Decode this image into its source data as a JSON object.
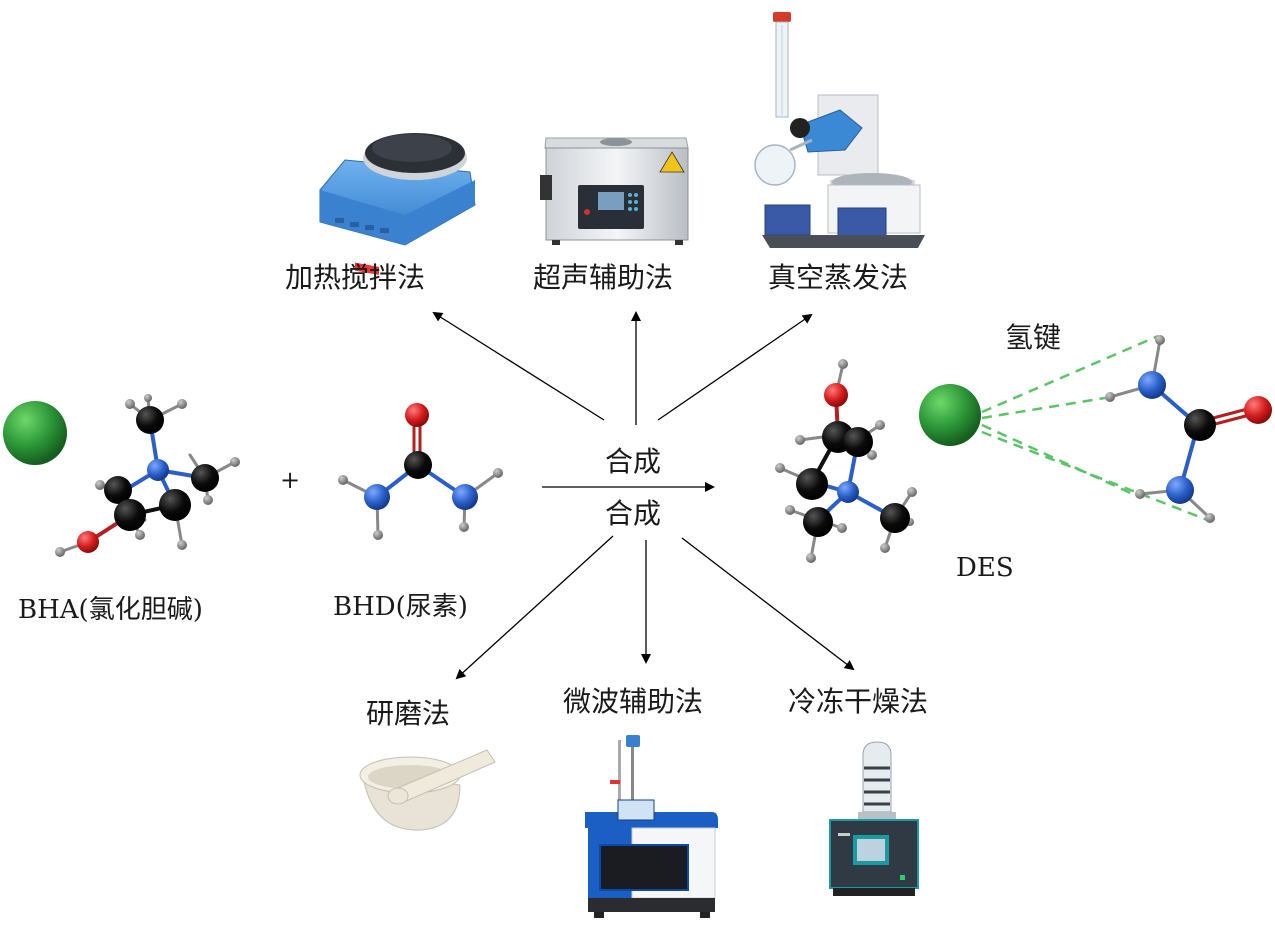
{
  "reactants": [
    {
      "id": "bha",
      "label": "BHA(氯化胆碱)"
    },
    {
      "id": "bhd",
      "label": "BHD(尿素)"
    }
  ],
  "plus_sign": "+",
  "synthesis": {
    "label_top": "合成",
    "label_bottom": "合成"
  },
  "product": {
    "label": "DES",
    "bond_label": "氢键"
  },
  "methods_top": [
    {
      "id": "heat-stir",
      "label": "加热搅拌法",
      "equipment": "magnetic-stirrer-hotplate"
    },
    {
      "id": "ultrasonic",
      "label": "超声辅助法",
      "equipment": "ultrasonic-bath"
    },
    {
      "id": "vacuum-evap",
      "label": "真空蒸发法",
      "equipment": "rotary-evaporator"
    }
  ],
  "methods_bottom": [
    {
      "id": "grinding",
      "label": "研磨法",
      "equipment": "mortar-and-pestle"
    },
    {
      "id": "microwave",
      "label": "微波辅助法",
      "equipment": "microwave-reactor"
    },
    {
      "id": "freeze-dry",
      "label": "冷冻干燥法",
      "equipment": "freeze-dryer"
    }
  ],
  "colors": {
    "chloride": "#2e9a3a",
    "carbon": "#0a0a0a",
    "nitrogen": "#2a5fc8",
    "oxygen": "#d41c1c",
    "hydrogen": "#8a8a8a",
    "hbond": "#5cc466",
    "arrow": "#000000"
  }
}
